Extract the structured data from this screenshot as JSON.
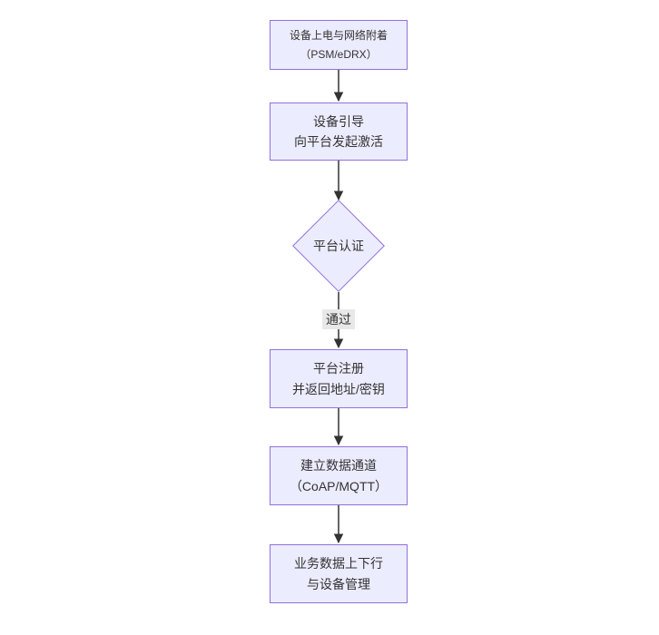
{
  "diagram": {
    "type": "flowchart",
    "direction": "top-down",
    "nodes": [
      {
        "id": "power-attach",
        "shape": "rect",
        "line1": "设备上电与网络附着",
        "line2": "（PSM/eDRX）"
      },
      {
        "id": "bootstrap",
        "shape": "rect",
        "line1": "设备引导",
        "line2": "向平台发起激活"
      },
      {
        "id": "platform-auth",
        "shape": "diamond",
        "label": "平台认证"
      },
      {
        "id": "platform-register",
        "shape": "rect",
        "line1": "平台注册",
        "line2": "并返回地址/密钥"
      },
      {
        "id": "data-channel",
        "shape": "rect",
        "line1": "建立数据通道",
        "line2": "（CoAP/MQTT）"
      },
      {
        "id": "business-data",
        "shape": "rect",
        "line1": "业务数据上下行",
        "line2": "与设备管理"
      }
    ],
    "edge_labels": [
      {
        "from": "platform-auth",
        "to": "platform-register",
        "label": "通过"
      }
    ],
    "colors": {
      "node_fill": "#ECECFF",
      "node_border": "#9370DB",
      "edge": "#333333",
      "label_bg": "#e8e8e8",
      "text": "#333333"
    }
  }
}
